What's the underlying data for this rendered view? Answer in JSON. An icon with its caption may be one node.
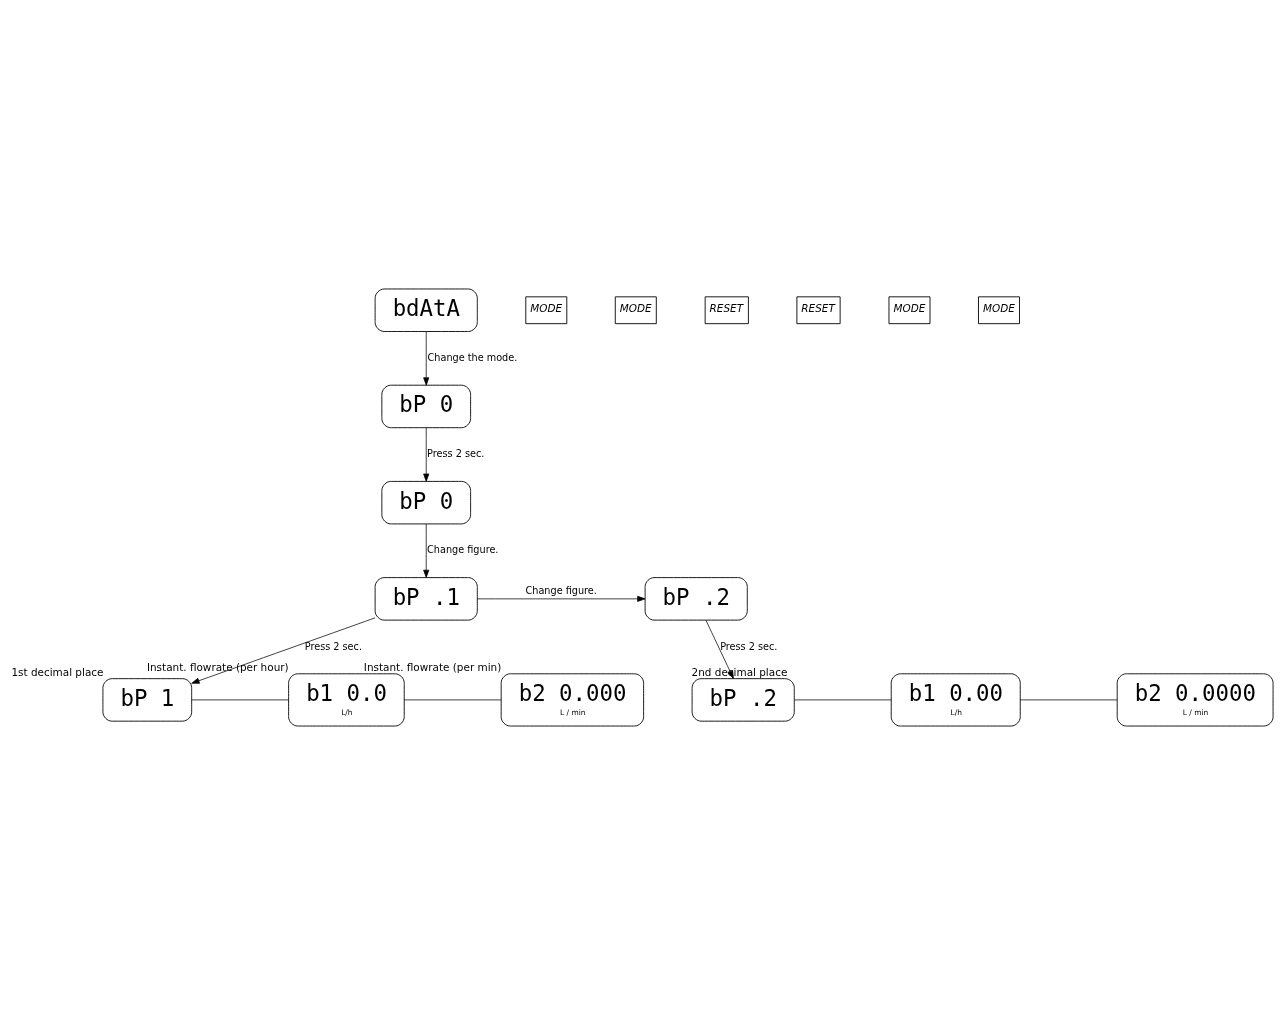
{
  "diagram": {
    "nodes": [
      {
        "text": [
          "bdAtA"
        ]
      },
      {
        "text": [
          "bP 0"
        ]
      },
      {
        "text": [
          "bP 0"
        ]
      },
      {
        "text": [
          "bP .1"
        ]
      },
      {
        "text": [
          "bP .2"
        ]
      },
      {
        "text": [
          "bP 1"
        ],
        "beside": [
          "1st decimal place"
        ]
      },
      {
        "text": [
          "b1 0.0",
          "L/h"
        ],
        "beside": [
          "Instant. flowrate (per hour)"
        ]
      },
      {
        "text": [
          "b2 0.000",
          "L / min"
        ],
        "beside": [
          "Instant. flowrate (per min)"
        ]
      },
      {
        "text": [
          "bP .2"
        ],
        "beside": [
          "2nd decimal place"
        ]
      },
      {
        "text": [
          "b1 0.00",
          "L/h"
        ]
      },
      {
        "text": [
          "b2 0.0000",
          "L / min"
        ]
      }
    ],
    "edges": [
      {
        "from": 0,
        "to": 1,
        "arrow": "to",
        "label": "Change the mode."
      },
      {
        "from": 1,
        "to": 2,
        "arrow": "to",
        "label": "Press 2 sec."
      },
      {
        "from": 2,
        "to": 3,
        "arrow": "to",
        "label": "Change figure."
      },
      {
        "from": 3,
        "to": 4,
        "arrow": "to",
        "label": "Change figure."
      },
      {
        "from": 3,
        "to": 5,
        "arrow": "to",
        "label": "Press 2 sec."
      },
      {
        "from": 4,
        "to": 8,
        "arrow": "to",
        "label": "Press 2 sec."
      },
      {
        "from": 5,
        "to": 6,
        "arrow": "none"
      },
      {
        "from": 6,
        "to": 7,
        "arrow": "none"
      },
      {
        "from": 8,
        "to": 9,
        "arrow": "none"
      },
      {
        "from": 9,
        "to": 10,
        "arrow": "none"
      }
    ],
    "labels": [
      "MODE",
      "MODE",
      "RESET",
      "RESET",
      "MODE",
      "MODE"
    ]
  }
}
